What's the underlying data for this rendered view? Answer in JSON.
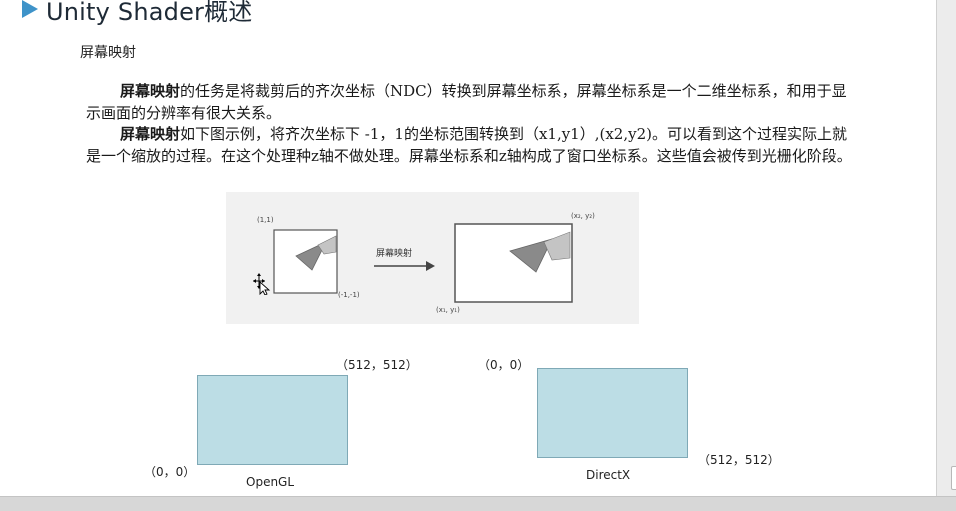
{
  "slide": {
    "title": "Unity Shader概述",
    "subtitle": "屏幕映射",
    "paragraph1": {
      "bold": "屏幕映射",
      "text": "的任务是将裁剪后的齐次坐标（NDC）转换到屏幕坐标系，屏幕坐标系是一个二维坐标系，和用于显示画面的分辨率有很大关系。"
    },
    "paragraph2": {
      "bold": "屏幕映射",
      "text": "如下图示例，将齐次坐标下 -1，1的坐标范围转换到（x1,y1）,(x2,y2)。可以看到这个过程实际上就是一个缩放的过程。在这个处理种z轴不做处理。屏幕坐标系和z轴构成了窗口坐标系。这些值会被传到光栅化阶段。"
    }
  },
  "figure": {
    "ndc_top_left": "(1,1)",
    "ndc_bottom_right": "(-1,-1)",
    "arrow_label": "屏幕映射",
    "screen_top_right": "(x₂, y₂)",
    "screen_bottom_left": "(x₁, y₁)"
  },
  "opengl": {
    "name": "OpenGL",
    "top_right": "（512，512）",
    "bottom_left": "（0，0）"
  },
  "directx": {
    "name": "DirectX",
    "top_left": "（0，0）",
    "bottom_right": "（512，512）"
  },
  "colors": {
    "accent": "#3e93c9",
    "box_fill": "#bcdde5",
    "box_border": "#7fa9b6",
    "shape_gray": "#8a8a8a"
  },
  "icons": {
    "title_bullet": "triangle-bullet-icon",
    "cursor": "move-cursor-icon"
  }
}
